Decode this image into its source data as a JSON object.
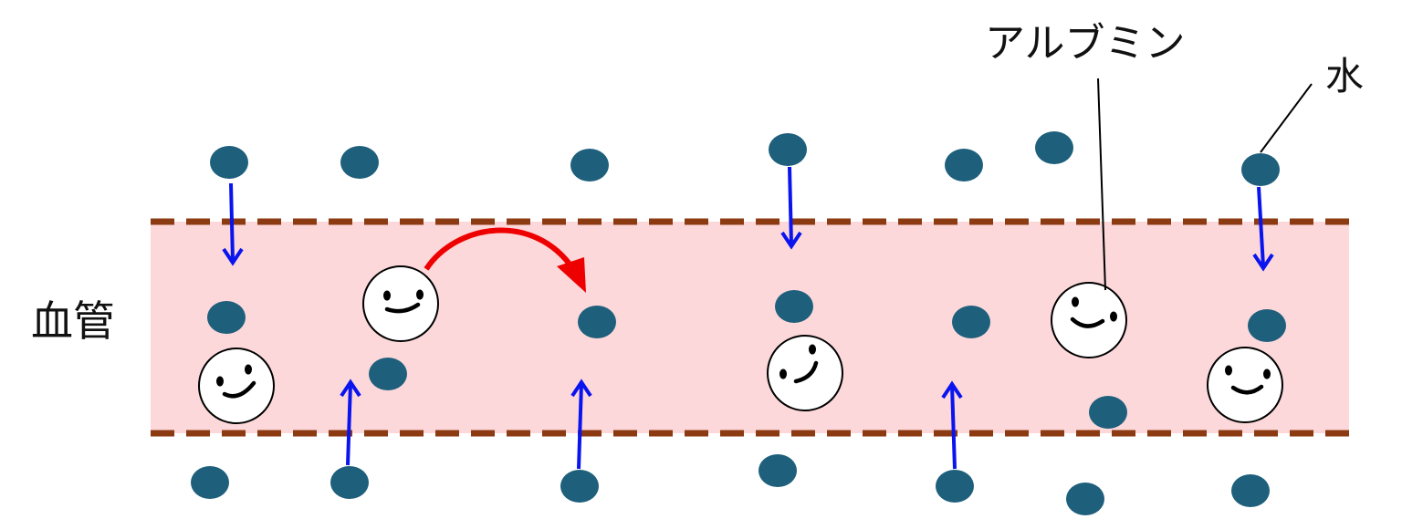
{
  "labels": {
    "vessel": "血管",
    "albumin": "アルブミン",
    "water": "水"
  },
  "colors": {
    "vessel_fill": "#fdd8da",
    "vessel_wall": "#8b3a12",
    "water": "#1e5f7c",
    "water_arrow": "#0a14ee",
    "albumin_arrow": "#ee0000",
    "albumin_face": "#ffffff"
  }
}
